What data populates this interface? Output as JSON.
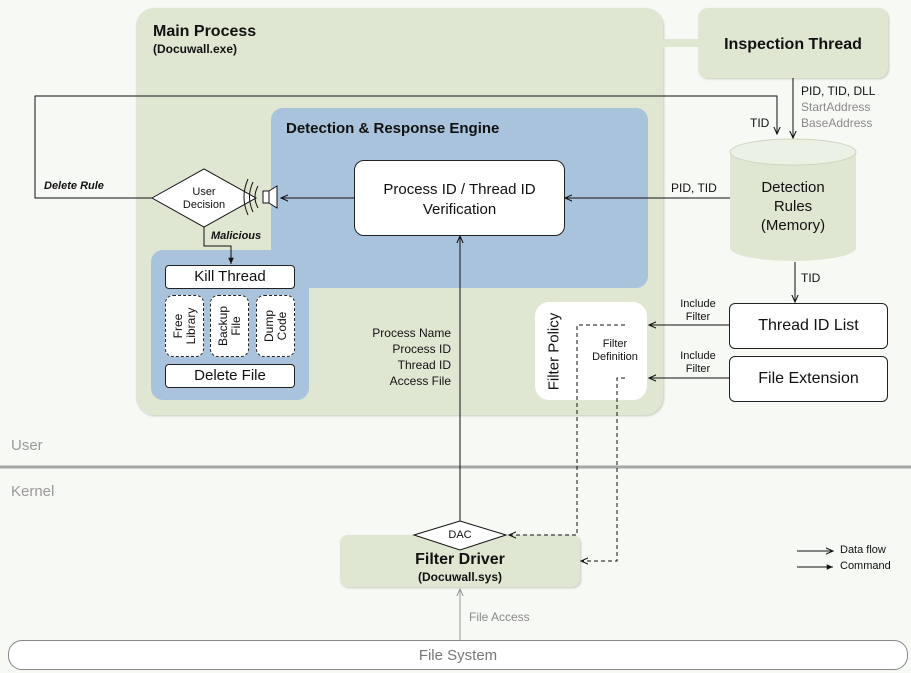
{
  "main_process": {
    "title": "Main Process",
    "subtitle": "(Docuwall.exe)"
  },
  "inspection_thread": {
    "title": "Inspection Thread"
  },
  "inspection_labels": {
    "line1": "PID, TID, DLL",
    "line2": "StartAddress",
    "line3": "BaseAddress"
  },
  "engine": {
    "title": "Detection & Response Engine"
  },
  "verification": {
    "line1": "Process ID / Thread ID",
    "line2": "Verification"
  },
  "detection_rules": {
    "line1": "Detection",
    "line2": "Rules",
    "line3": "(Memory)"
  },
  "user_decision": {
    "line1": "User",
    "line2": "Decision"
  },
  "labels": {
    "delete_rule": "Delete Rule",
    "malicious": "Malicious",
    "tid_top": "TID",
    "pid_tid": "PID, TID",
    "tid_mid": "TID",
    "include_filter_1a": "Include",
    "include_filter_1b": "Filter",
    "include_filter_2a": "Include",
    "include_filter_2b": "Filter",
    "file_access": "File Access",
    "dac": "DAC"
  },
  "actions": {
    "kill_thread": "Kill Thread",
    "free_library": [
      "Free",
      "Library"
    ],
    "backup_file": [
      "Backup",
      "File"
    ],
    "dump_code": [
      "Dump",
      "Code"
    ],
    "delete_file": "Delete File"
  },
  "process_info": [
    "Process Name",
    "Process ID",
    "Thread ID",
    "Access File"
  ],
  "filter_policy": {
    "title": "Filter Policy",
    "definition_line1": "Filter",
    "definition_line2": "Definition"
  },
  "thread_id_list": "Thread ID List",
  "file_extension": "File Extension",
  "layers": {
    "user": "User",
    "kernel": "Kernel"
  },
  "filter_driver": {
    "title": "Filter Driver",
    "subtitle": "(Docuwall.sys)"
  },
  "file_system": "File System",
  "legend": {
    "data_flow": "Data flow",
    "command": "Command"
  },
  "colors": {
    "green_panel": "#dfe7d3",
    "blue_panel": "#a9c3dc",
    "divider": "#a6a6a6"
  }
}
